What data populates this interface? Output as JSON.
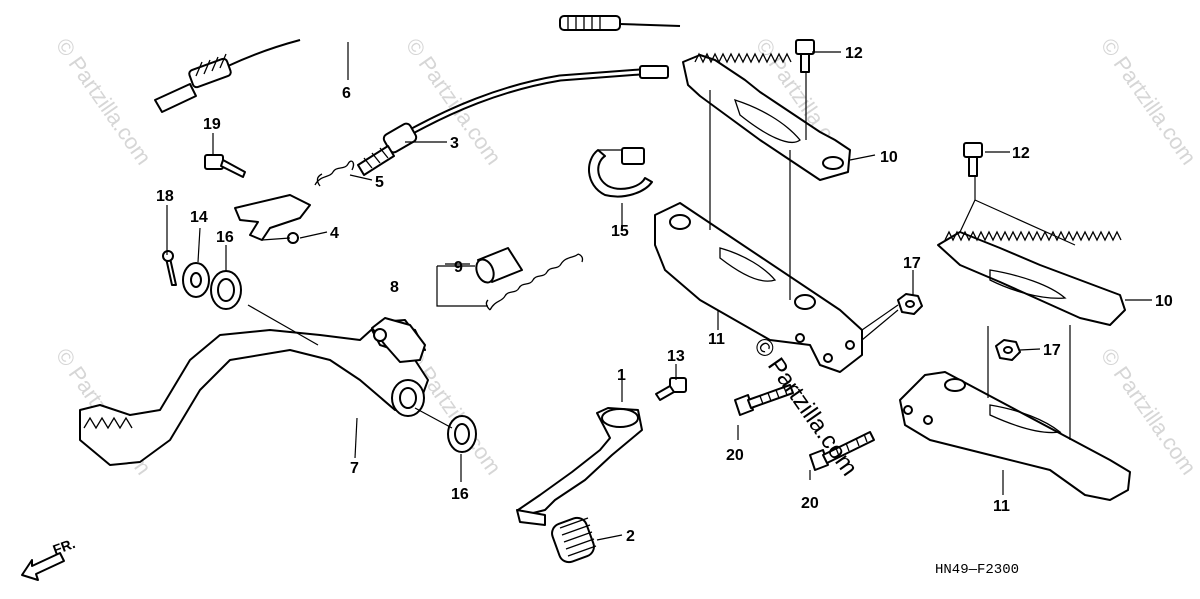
{
  "watermark": "© Partzilla.com",
  "diagram_code": "HN49—F2300",
  "front_marker": "FR.",
  "callouts": {
    "c1": "1",
    "c2": "2",
    "c3": "3",
    "c4": "4",
    "c5": "5",
    "c6": "6",
    "c7": "7",
    "c8": "8",
    "c9": "9",
    "c10a": "10",
    "c10b": "10",
    "c11a": "11",
    "c11b": "11",
    "c12a": "12",
    "c12b": "12",
    "c13": "13",
    "c14": "14",
    "c15": "15",
    "c16a": "16",
    "c16b": "16",
    "c17a": "17",
    "c17b": "17",
    "c18": "18",
    "c19": "19",
    "c20a": "20",
    "c20b": "20"
  }
}
